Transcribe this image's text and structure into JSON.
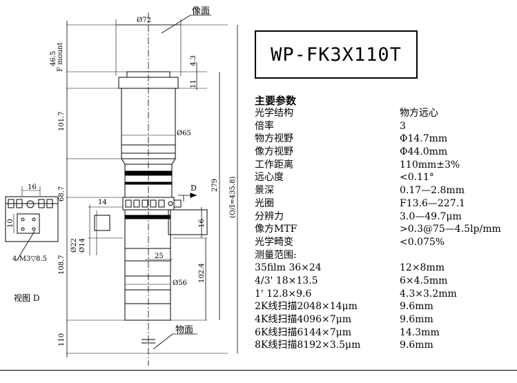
{
  "title_box": {
    "model": "WP-FK3X110T"
  },
  "specs": {
    "heading": "主要参数",
    "rows": [
      {
        "k": "光学结构",
        "v": "物方远心"
      },
      {
        "k": "倍率",
        "v": "3"
      },
      {
        "k": "物方视野",
        "v": "Φ14.7mm"
      },
      {
        "k": "像方视野",
        "v": "Φ44.0mm"
      },
      {
        "k": "工作距离",
        "v": "110mm±3%"
      },
      {
        "k": "远心度",
        "v": "<0.11°"
      },
      {
        "k": "景深",
        "v": "0.17—2.8mm"
      },
      {
        "k": "光圈",
        "v": "F13.6—227.1"
      },
      {
        "k": "分辨力",
        "v": "3.0—49.7μm"
      },
      {
        "k": "像方MTF",
        "v": ">0.3@75—4.5lp/mm"
      },
      {
        "k": "光学畸变",
        "v": "<0.075%"
      },
      {
        "k": "测量范围:",
        "v": ""
      },
      {
        "k": "35film 36×24",
        "v": "12×8mm"
      },
      {
        "k": "4/3' 18×13.5",
        "v": "6×4.5mm"
      },
      {
        "k": "1' 12.8×9.6",
        "v": "4.3×3.2mm"
      },
      {
        "k": "2K线扫描2048×14μm",
        "v": "9.6mm"
      },
      {
        "k": "4K线扫描4096×7μm",
        "v": "9.6mm"
      },
      {
        "k": "6K线扫描6144×7μm",
        "v": "14.3mm"
      },
      {
        "k": "8K线扫描8192×3.5μm",
        "v": "9.6mm"
      }
    ]
  },
  "drawing": {
    "labels": {
      "image_plane": "像面",
      "object_plane": "物面",
      "view_d": "视图 D",
      "d_arrow": "D",
      "mount": "F mount",
      "thread": "4-M3▽8.5"
    },
    "dims": {
      "d72": "Ø72",
      "d65": "Ø65",
      "d56": "Ø56",
      "d22": "Ø22",
      "d14": "Ø14",
      "w14": "14",
      "w16": "16",
      "w16b": "16",
      "w10": "10",
      "w25": "25",
      "h46_5": "46.5",
      "h101_7": "101.7",
      "h68_7": "68.7",
      "h108_7": "108.7",
      "h110": "110",
      "h4_3": "4.3",
      "h11": "11",
      "h279": "279",
      "h102_4": "102.4",
      "total": "(O/I=435.8)"
    }
  }
}
